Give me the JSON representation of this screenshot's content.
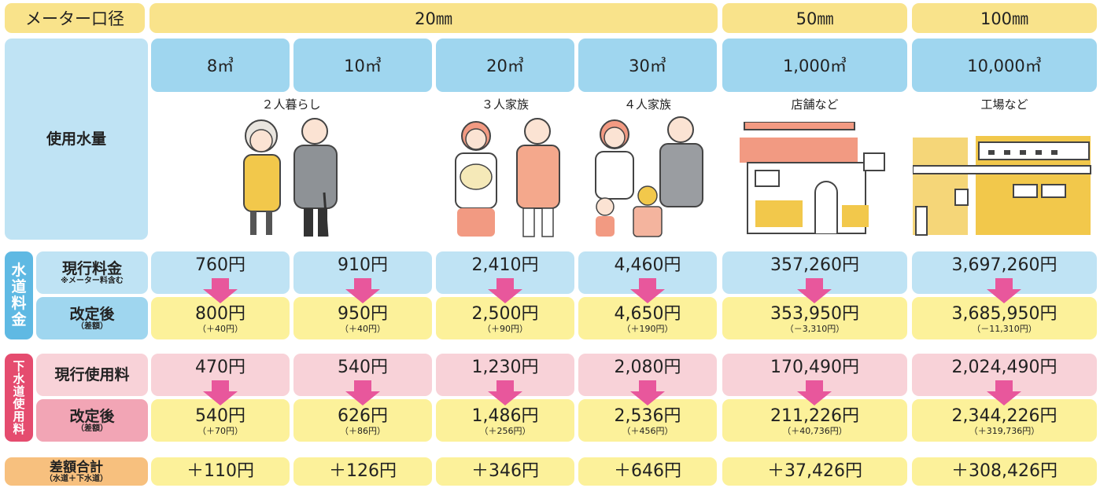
{
  "header": {
    "meter_label": "メーター口径",
    "sizes": [
      "20㎜",
      "50㎜",
      "100㎜"
    ]
  },
  "usage": {
    "row_label": "使用水量",
    "volumes": [
      "8㎥",
      "10㎥",
      "20㎥",
      "30㎥",
      "1,000㎥",
      "10,000㎥"
    ],
    "descriptions": [
      "２人暮らし",
      "３人家族",
      "４人家族",
      "店舗など",
      "工場など"
    ]
  },
  "water": {
    "side_label": [
      "水",
      "道",
      "料",
      "金"
    ],
    "current_label": "現行料金",
    "current_note": "※メーター料含む",
    "revised_label": "改定後",
    "revised_note": "（差額）",
    "current": [
      "760円",
      "910円",
      "2,410円",
      "4,460円",
      "357,260円",
      "3,697,260円"
    ],
    "revised": [
      "800円",
      "950円",
      "2,500円",
      "4,650円",
      "353,950円",
      "3,685,950円"
    ],
    "diff": [
      "（＋40円）",
      "（＋40円）",
      "（＋90円）",
      "（＋190円）",
      "（－3,310円）",
      "（－11,310円）"
    ]
  },
  "sewer": {
    "side_label": [
      "下",
      "水",
      "道",
      "使",
      "用",
      "料"
    ],
    "current_label": "現行使用料",
    "revised_label": "改定後",
    "revised_note": "（差額）",
    "current": [
      "470円",
      "540円",
      "1,230円",
      "2,080円",
      "170,490円",
      "2,024,490円"
    ],
    "revised": [
      "540円",
      "626円",
      "1,486円",
      "2,536円",
      "211,226円",
      "2,344,226円"
    ],
    "diff": [
      "（＋70円）",
      "（＋86円）",
      "（＋256円）",
      "（＋456円）",
      "（＋40,736円）",
      "（＋319,736円）"
    ]
  },
  "total": {
    "label": "差額合計",
    "note": "（水道＋下水道）",
    "values": [
      "＋110円",
      "＋126円",
      "＋346円",
      "＋646円",
      "＋37,426円",
      "＋308,426円"
    ]
  },
  "colors": {
    "arrow": "#e8579c",
    "header": "#f9e38b",
    "water_side": "#5fb9e3",
    "sewer_side": "#e54c6f"
  }
}
